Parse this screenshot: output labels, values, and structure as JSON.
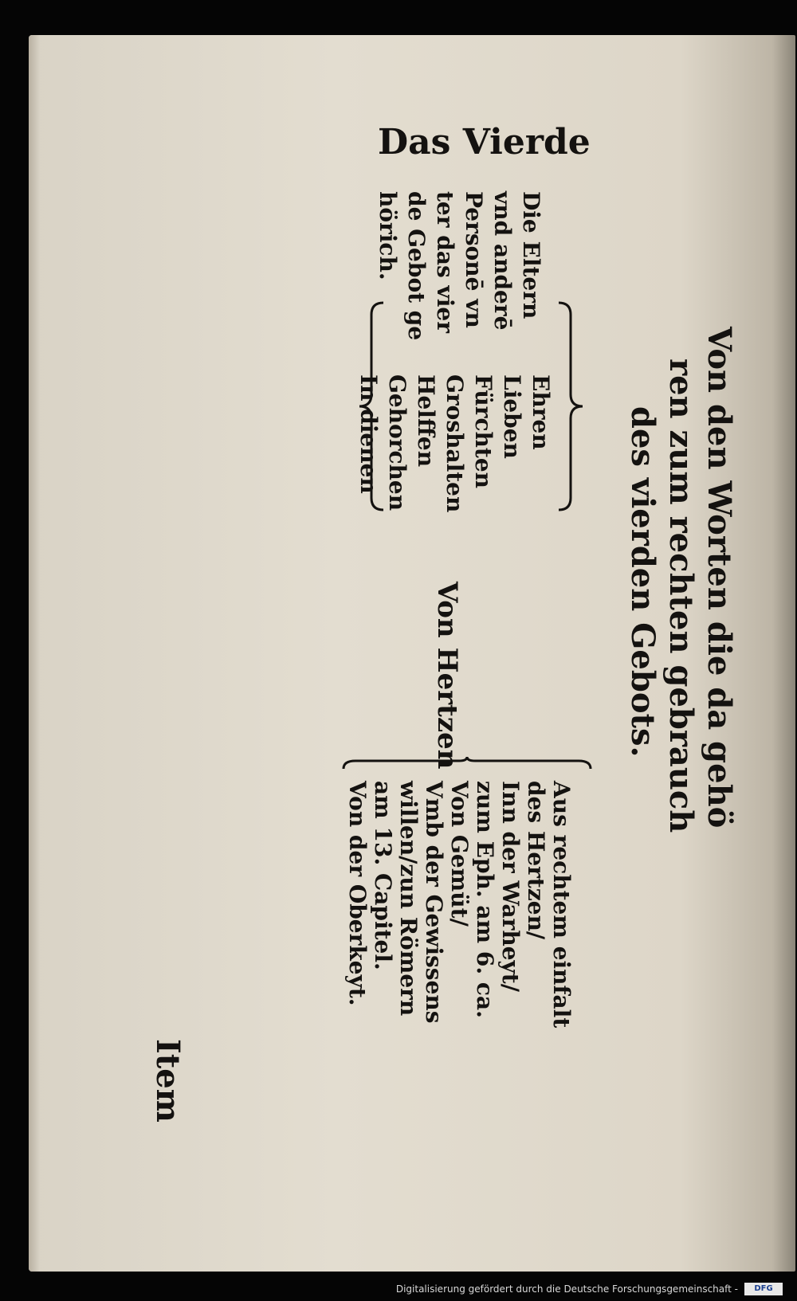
{
  "heading": "Das Vierde",
  "title_lines": [
    "Von den Worten die da gehö",
    "ren zum rechten gebrauch",
    "des vierden Gebots."
  ],
  "left_column": [
    "Die Eltern",
    "vnd anderē",
    "Personē vn",
    "ter das vier",
    "de Gebot ge",
    "hörich."
  ],
  "middle_column": [
    "Ehren",
    "Lieben",
    "Fürchten",
    "Groshalten",
    "Helffen",
    "Gehorchen",
    "In dienen"
  ],
  "center_label": "Von Hertzen",
  "right_column": [
    "Aus rechtem einfalt",
    "des Hertzen/",
    "Inn der Warheyt/",
    "zum Eph. am 6. ca.",
    "Von Gemüt/",
    "Vmb der Gewissens",
    "willen/zun Römern",
    "am 13. Capitel.",
    "Von der Oberkeyt."
  ],
  "catchword": "Item",
  "footer": {
    "text": "Digitalisierung gefördert durch die Deutsche Forschungsgemeinschaft -",
    "logo": "DFG"
  }
}
